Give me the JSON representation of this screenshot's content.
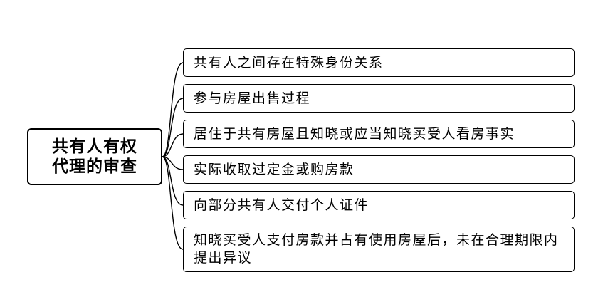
{
  "root": {
    "label": "共有人有权\n代理的审查"
  },
  "branches": [
    {
      "label": "共有人之间存在特殊身份关系"
    },
    {
      "label": "参与房屋出售过程"
    },
    {
      "label": "居住于共有房屋且知晓或应当知晓买受人看房事实"
    },
    {
      "label": "实际收取过定金或购房款"
    },
    {
      "label": "向部分共有人交付个人证件"
    },
    {
      "label": "知晓买受人支付房款并占有使用房屋后，未在合理期限内提出异议"
    }
  ],
  "colors": {
    "stroke": "#000000",
    "background": "#ffffff"
  }
}
